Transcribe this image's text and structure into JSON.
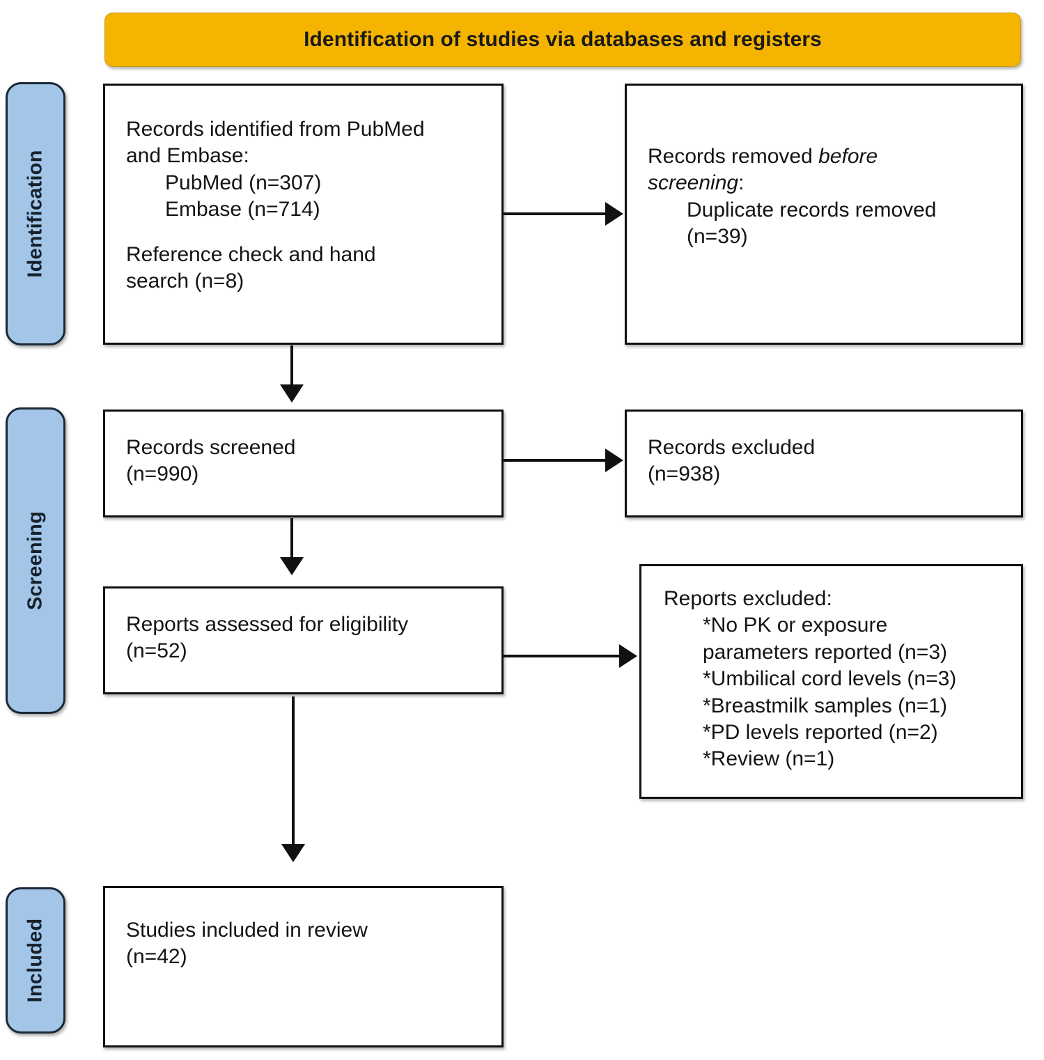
{
  "header": {
    "title": "Identification of studies via databases and registers"
  },
  "stages": [
    {
      "key": "identification",
      "label": "Identification"
    },
    {
      "key": "screening",
      "label": "Screening"
    },
    {
      "key": "included",
      "label": "Included"
    }
  ],
  "boxes": {
    "identified": {
      "line1": "Records identified from PubMed",
      "line2": "and Embase:",
      "sub1": "PubMed (n=307)",
      "sub2": "Embase (n=714)",
      "line3": "Reference check and hand",
      "line4": "search (n=8)"
    },
    "removed": {
      "lead": "Records removed ",
      "lead_italic_1": "before",
      "lead_italic_2": "screening",
      "lead_colon": ":",
      "sub1": "Duplicate records removed",
      "sub2": "(n=39)"
    },
    "screened": {
      "line1": "Records screened",
      "line2": "(n=990)"
    },
    "records_excluded": {
      "line1": "Records excluded",
      "line2": "(n=938)"
    },
    "eligibility": {
      "line1": "Reports assessed for eligibility",
      "line2": "(n=52)"
    },
    "reports_excluded": {
      "heading": "Reports excluded:",
      "items": [
        "*No PK or exposure",
        "parameters reported (n=3)",
        "*Umbilical cord levels (n=3)",
        "*Breastmilk samples (n=1)",
        "*PD levels reported (n=2)",
        "*Review (n=1)"
      ]
    },
    "included": {
      "line1": "Studies included in review",
      "line2": "(n=42)"
    }
  },
  "counts": {
    "pubmed": 307,
    "embase": 714,
    "hand_search": 8,
    "duplicates_removed": 39,
    "records_screened": 990,
    "records_excluded": 938,
    "reports_assessed": 52,
    "reports_excluded_no_pk": 3,
    "reports_excluded_umbilical": 3,
    "reports_excluded_breastmilk": 1,
    "reports_excluded_pd": 2,
    "reports_excluded_review": 1,
    "studies_included": 42
  },
  "colors": {
    "header_gold": "#F5B400",
    "stage_blue": "#A3C6E8",
    "outline": "#111111",
    "text": "#141414"
  }
}
